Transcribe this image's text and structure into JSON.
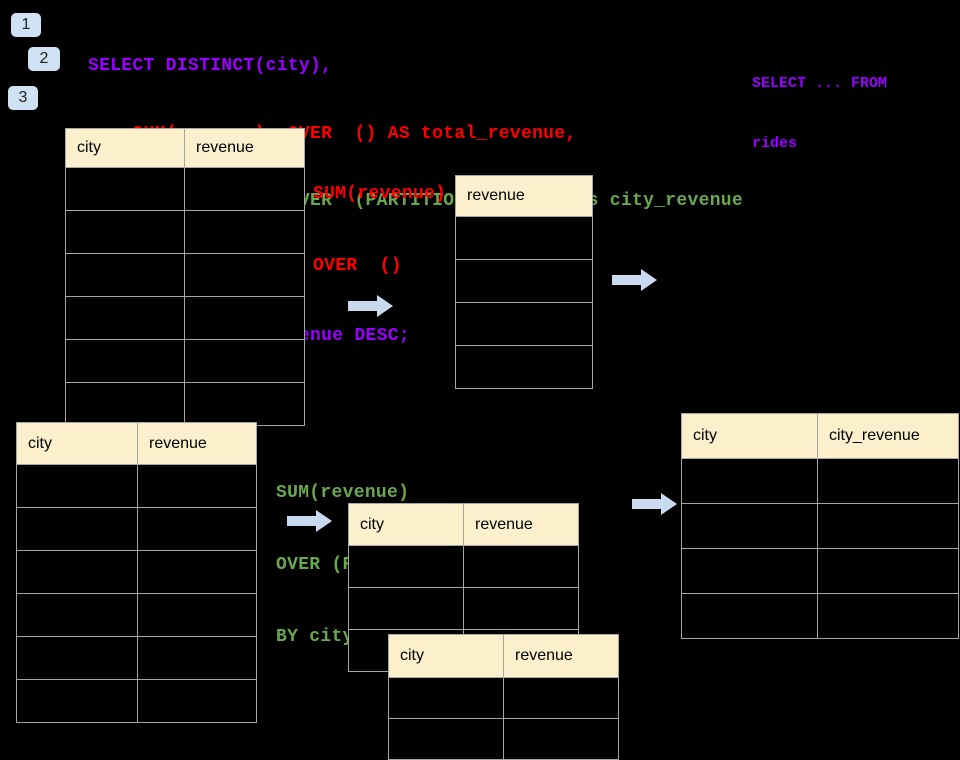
{
  "background": "#000000",
  "colors": {
    "sql_purple": "#9900FF",
    "sql_red": "#FF0000",
    "sql_green": "#6AA84F",
    "arrow_blue": "#C9DAF0",
    "badge_blue": "#CFE2F3",
    "table_header_fill": "#FCF0CC",
    "table_border": "#A6A6A6"
  },
  "steps": [
    {
      "label": "1"
    },
    {
      "label": "2"
    },
    {
      "label": "3"
    }
  ],
  "sql": {
    "lines": [
      {
        "text": "SELECT DISTINCT(city),",
        "color": "purple"
      },
      {
        "text": "    SUM(revenue)  OVER  () AS total_revenue,",
        "color": "red"
      },
      {
        "text": "    SUM(revenue)  OVER  (PARTITION BY city) as city_revenue",
        "color": "green"
      },
      {
        "text": "  FROM rides",
        "color": "purple"
      },
      {
        "text": "  ORDER by city_revenue DESC;",
        "color": "purple"
      }
    ]
  },
  "side_note": {
    "color": "purple",
    "line1": "SELECT ... FROM",
    "line2": "rides"
  },
  "annotations": {
    "total_window": {
      "color": "red",
      "line1": "SUM(revenue)",
      "line2": "OVER  ()"
    },
    "partition_window": {
      "color": "green",
      "line1": "SUM(revenue)",
      "line2": "OVER (PARTITION",
      "line3": "BY city)"
    }
  },
  "tables": {
    "source_top": {
      "columns": [
        "city",
        "revenue"
      ],
      "body_rows": 6
    },
    "total_result": {
      "columns": [
        "revenue"
      ],
      "body_rows": 4
    },
    "source_bottom": {
      "columns": [
        "city",
        "revenue"
      ],
      "body_rows": 6
    },
    "partition_first": {
      "columns": [
        "city",
        "revenue"
      ],
      "body_rows": 3
    },
    "partition_second": {
      "columns": [
        "city",
        "revenue"
      ],
      "body_rows": 2
    },
    "city_result": {
      "columns": [
        "city",
        "city_revenue"
      ],
      "body_rows": 4
    }
  }
}
